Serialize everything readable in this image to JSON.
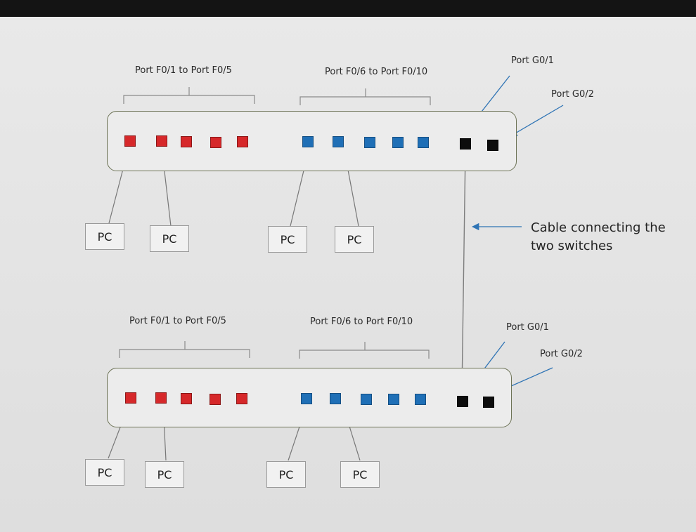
{
  "top_switch": {
    "label_group1": "Port F0/1 to Port F0/5",
    "label_group2": "Port F0/6 to Port F0/10",
    "label_g01": "Port G0/1",
    "label_g02": "Port G0/2",
    "pcs": [
      "PC",
      "PC",
      "PC",
      "PC"
    ]
  },
  "bottom_switch": {
    "label_group1": "Port F0/1 to Port F0/5",
    "label_group2": "Port F0/6 to Port F0/10",
    "label_g01": "Port G0/1",
    "label_g02": "Port G0/2",
    "pcs": [
      "PC",
      "PC",
      "PC",
      "PC"
    ]
  },
  "cable_note": {
    "line1": "Cable connecting the",
    "line2": "two switches"
  },
  "colors": {
    "fast_ethernet_group1": "#d6282a",
    "fast_ethernet_group2": "#1f6fb6",
    "gigabit": "#0d0d0d",
    "arrow": "#2f74b5"
  }
}
